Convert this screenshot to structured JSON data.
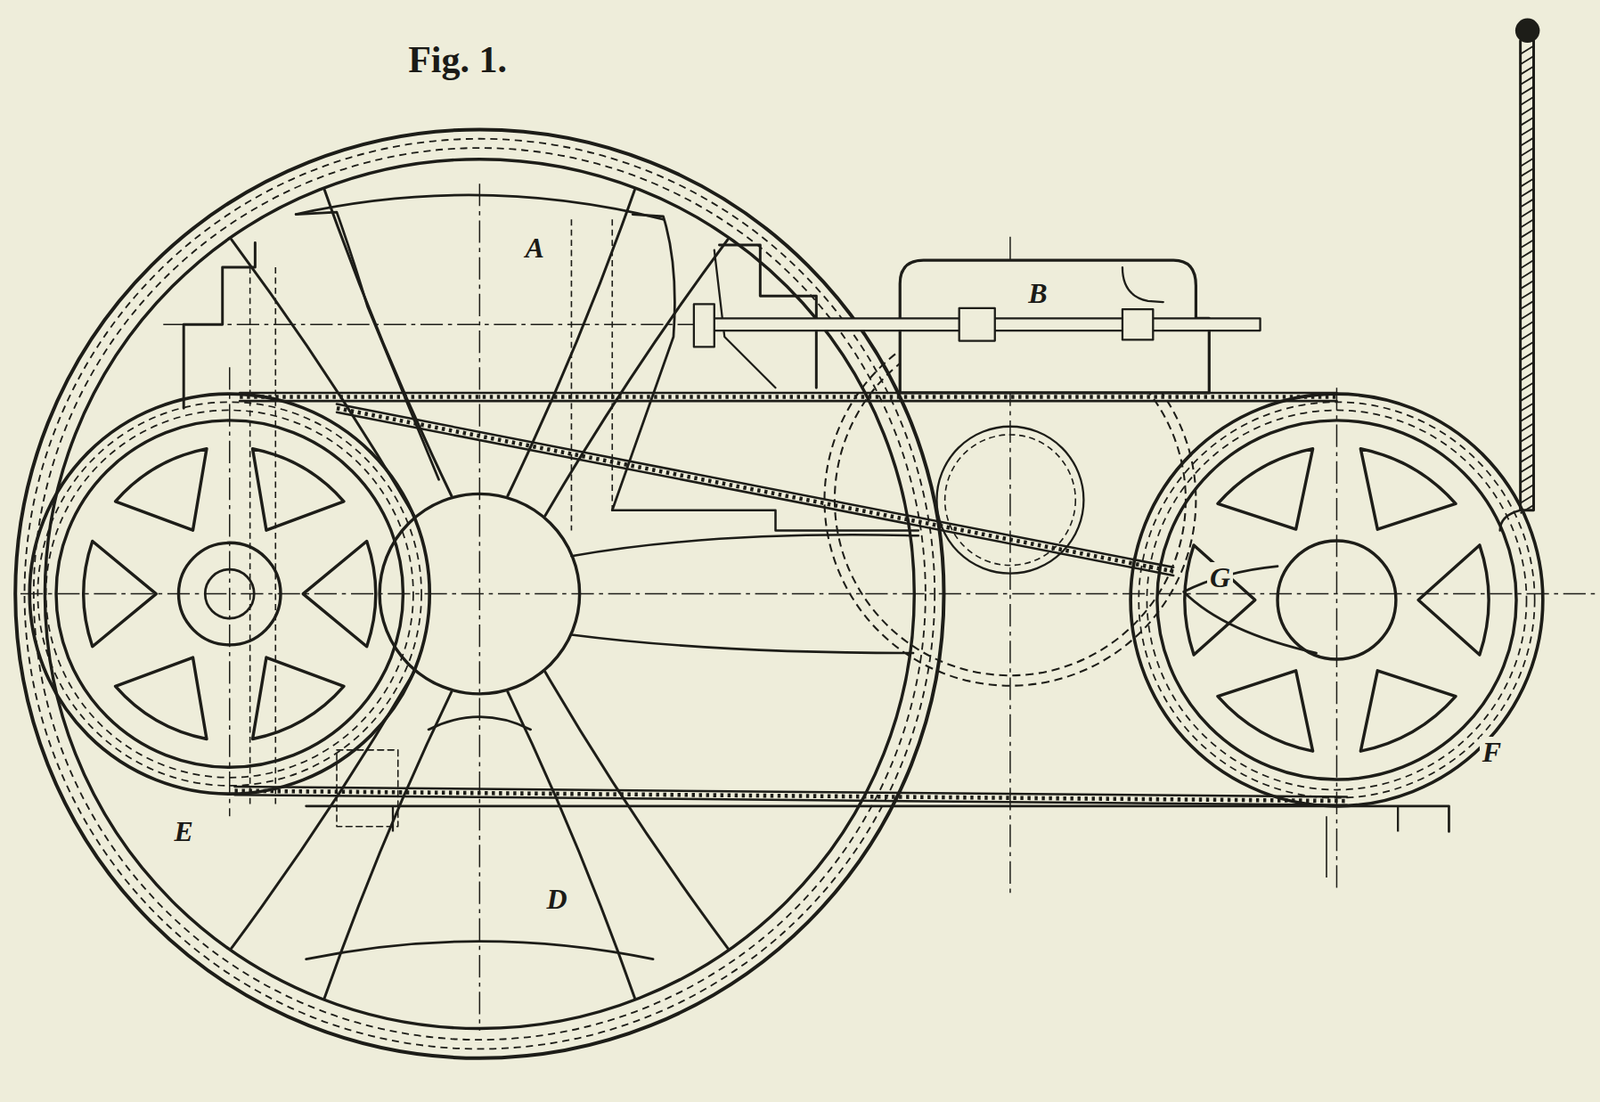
{
  "diagram": {
    "title": "Fig. 1.",
    "labels": [
      "A",
      "B",
      "D",
      "E",
      "F",
      "G"
    ]
  }
}
